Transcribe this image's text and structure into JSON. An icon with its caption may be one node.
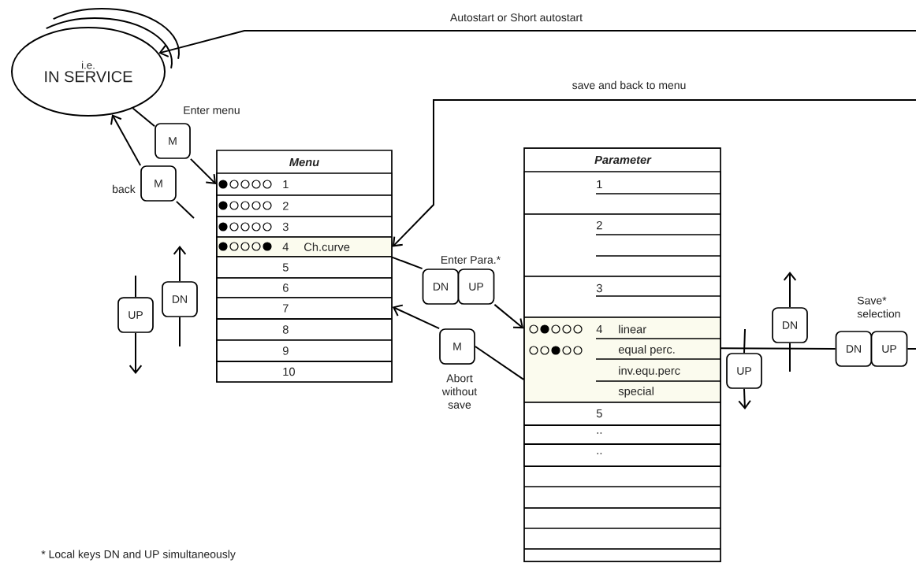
{
  "diagram": {
    "nodes": [
      {
        "text": [
          "i.e.",
          "IN SERVICE"
        ]
      },
      {
        "text": [
          "Menu"
        ]
      },
      {
        "text": [
          "1"
        ],
        "in": 1
      },
      {
        "text": [
          "2"
        ],
        "in": 1
      },
      {
        "text": [
          "3"
        ],
        "in": 1
      },
      {
        "text": [
          "4",
          "Ch.curve"
        ],
        "in": 1
      },
      {
        "text": [
          "5"
        ],
        "in": 1
      },
      {
        "text": [
          "6"
        ],
        "in": 1
      },
      {
        "text": [
          "7"
        ],
        "in": 1
      },
      {
        "text": [
          "8"
        ],
        "in": 1
      },
      {
        "text": [
          "9"
        ],
        "in": 1
      },
      {
        "text": [
          "10"
        ],
        "in": 1
      },
      {
        "text": [
          "Parameter"
        ]
      },
      {
        "text": [
          "1"
        ],
        "in": 12
      },
      {
        "text": [
          "2"
        ],
        "in": 12
      },
      {
        "text": [
          "3"
        ],
        "in": 12
      },
      {
        "text": [
          "4",
          "linear",
          "equal perc.",
          "inv.equ.perc",
          "special"
        ],
        "in": 12
      },
      {
        "text": [
          "5"
        ],
        "in": 12
      },
      {
        "text": [
          ".."
        ],
        "in": 12
      },
      {
        "text": [
          ".."
        ],
        "in": 12
      },
      {
        "text": [
          "M"
        ]
      },
      {
        "text": [
          "M"
        ]
      },
      {
        "text": [
          "UP"
        ]
      },
      {
        "text": [
          "DN"
        ]
      },
      {
        "text": [
          "DN"
        ]
      },
      {
        "text": [
          "UP"
        ]
      },
      {
        "text": [
          "M"
        ]
      },
      {
        "text": [
          "UP"
        ]
      },
      {
        "text": [
          "DN"
        ]
      },
      {
        "text": [
          "DN"
        ]
      },
      {
        "text": [
          "UP"
        ]
      }
    ],
    "edges": [
      {
        "from": null,
        "to": 0,
        "arrow": "to",
        "label": "Autostart or Short autostart"
      },
      {
        "from": null,
        "to": 5,
        "arrow": "to",
        "label": "save and back to menu"
      },
      {
        "from": 0,
        "to": 20,
        "arrow": "none"
      },
      {
        "from": 20,
        "to": 2,
        "arrow": "to"
      },
      {
        "from": null,
        "to": 21,
        "arrow": "none"
      },
      {
        "from": 21,
        "to": 0,
        "arrow": "to"
      },
      {
        "from": null,
        "to": 22,
        "arrow": "none"
      },
      {
        "from": 22,
        "to": null,
        "arrow": "to"
      },
      {
        "from": 23,
        "to": null,
        "arrow": "to"
      },
      {
        "from": null,
        "to": 23,
        "arrow": "none"
      },
      {
        "from": 5,
        "to": 24,
        "arrow": "none"
      },
      {
        "from": 25,
        "to": 16,
        "arrow": "to"
      },
      {
        "from": 16,
        "to": 26,
        "arrow": "none"
      },
      {
        "from": 26,
        "to": 1,
        "arrow": "to"
      },
      {
        "from": null,
        "to": 27,
        "arrow": "none"
      },
      {
        "from": 27,
        "to": null,
        "arrow": "to"
      },
      {
        "from": 28,
        "to": null,
        "arrow": "to"
      },
      {
        "from": null,
        "to": 28,
        "arrow": "none"
      },
      {
        "from": 16,
        "to": 29,
        "arrow": "none"
      },
      {
        "from": 30,
        "to": null,
        "arrow": "none"
      }
    ],
    "labels": [
      "Enter menu",
      "back",
      "Enter Para.*",
      "Abort without save",
      "Save* selection",
      "* Local keys DN and UP simultaneously"
    ]
  }
}
